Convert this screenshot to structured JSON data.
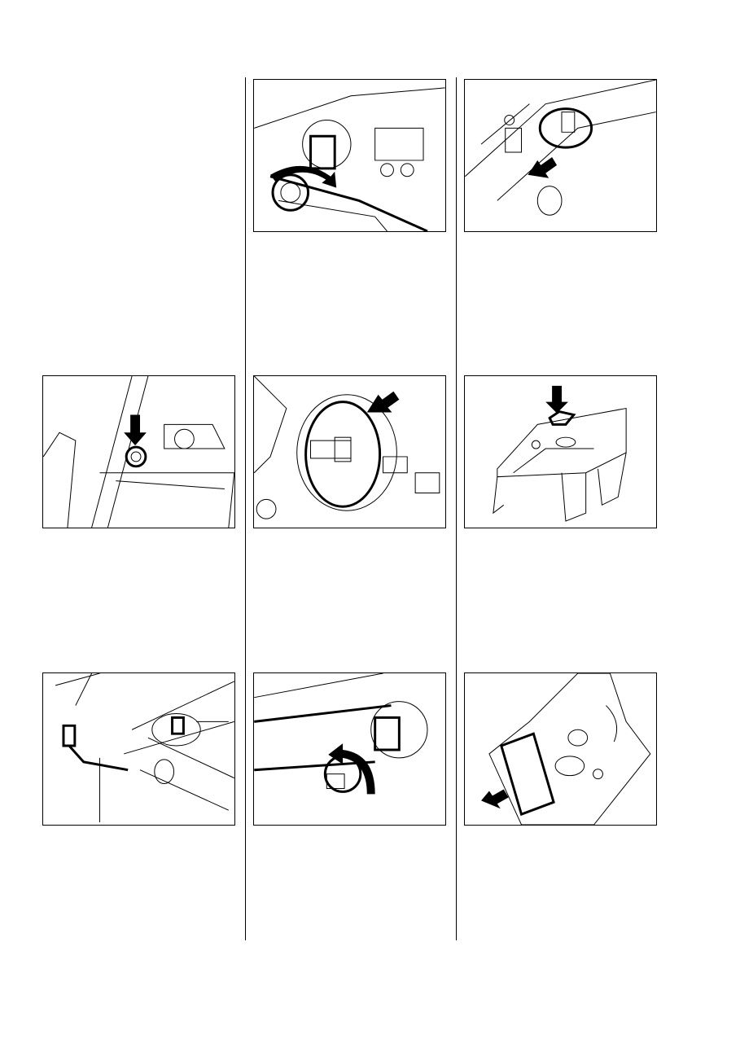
{
  "page": {
    "figures": [
      {
        "id": "wrench-on-clutch",
        "icon": "curved-arrow-clockwise"
      },
      {
        "id": "spark-plug-boot",
        "icon": "arrow-pointer"
      },
      {
        "id": "cylinder-plug",
        "icon": "arrow-pointer"
      },
      {
        "id": "clutch-drum-cover",
        "icon": "arrow-pointer"
      },
      {
        "id": "top-cover-seal",
        "icon": "arrow-pointer"
      },
      {
        "id": "hex-key-on-cylinder",
        "icon": "hex-key"
      },
      {
        "id": "wrench-counterclockwise",
        "icon": "curved-arrow-counterclockwise"
      },
      {
        "id": "cover-gasket",
        "icon": "arrow-pointer"
      }
    ]
  }
}
